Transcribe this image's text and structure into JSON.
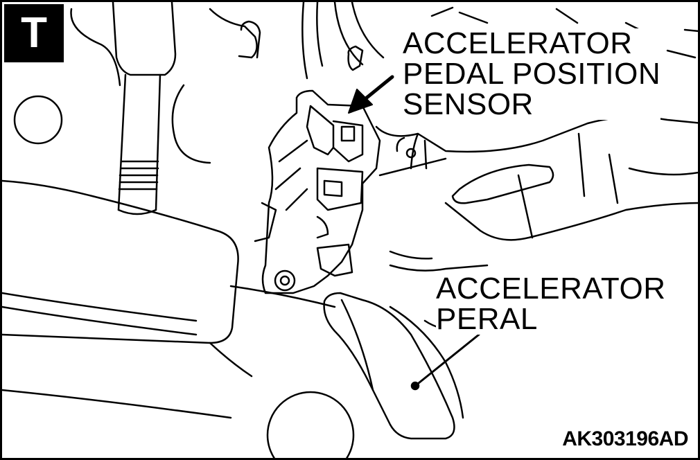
{
  "badge": {
    "letter": "T"
  },
  "labels": {
    "sensor": [
      "ACCELERATOR",
      "PEDAL POSITION",
      "SENSOR"
    ],
    "pedal": [
      "ACCELERATOR",
      "PERAL"
    ]
  },
  "figure_code": "AK303196AD",
  "colors": {
    "ink": "#000000",
    "paper": "#ffffff"
  }
}
